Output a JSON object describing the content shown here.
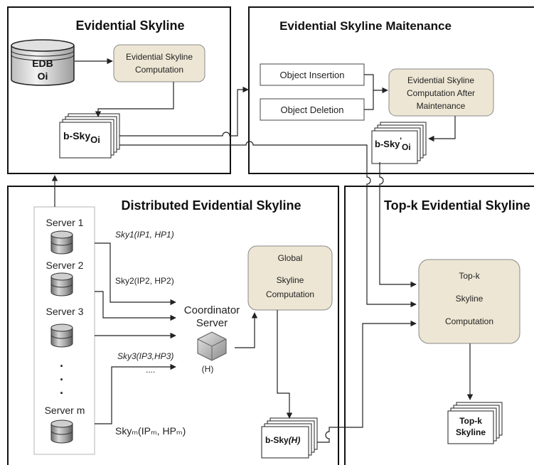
{
  "panels": {
    "evidential_skyline": "Evidential Skyline",
    "maintenance": "Evidential Skyline Maitenance",
    "distributed": "Distributed Evidential Skyline",
    "topk": "Top-k Evidential Skyline"
  },
  "edb": {
    "line1": "EDB",
    "line2": "Oi"
  },
  "computation": {
    "line1": "Evidential Skyline",
    "line2": "Computation"
  },
  "bsky": {
    "main": "b-Sky",
    "sub": "Oi"
  },
  "insertion": "Object Insertion",
  "deletion": "Object Deletion",
  "after_maint": {
    "line1": "Evidential Skyline",
    "line2": "Computation After",
    "line3": "Maintenance"
  },
  "bsky_prime": {
    "main": "b-Sky",
    "sup": "'",
    "sub": "Oi"
  },
  "servers": [
    "Server 1",
    "Server 2",
    "Server 3",
    "Server m"
  ],
  "server_dots": [
    "·",
    "·",
    "·"
  ],
  "sky_labels": {
    "s1": "Sky1(IP1, HP1)",
    "s2": "Sky2(IP2, HP2)",
    "s3": "Sky3(IP3,HP3)",
    "dots": "....",
    "sm": "Skyₘ(IPₘ, HPₘ)"
  },
  "coordinator": {
    "line1": "Coordinator",
    "line2": "Server",
    "tag": "(H)"
  },
  "global": {
    "line1": "Global",
    "line2": "Skyline",
    "line3": "Computation"
  },
  "bsky_h": {
    "main": "b-Sky",
    "tail": "(H)"
  },
  "topk_comp": {
    "line1": "Top-k",
    "line2": "Skyline",
    "line3": "Computation"
  },
  "topk_result": {
    "line1": "Top-k",
    "line2": "Skyline"
  }
}
